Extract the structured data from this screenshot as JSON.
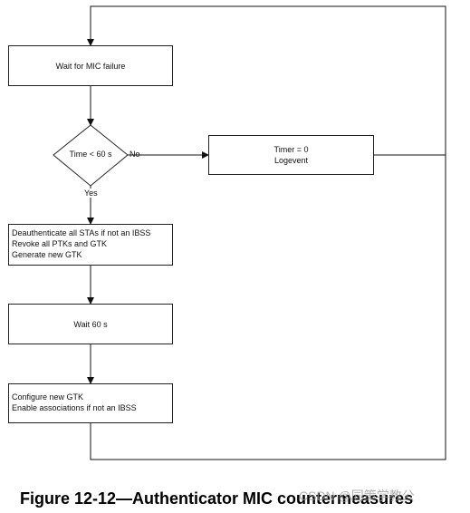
{
  "nodes": {
    "wait_mic": "Wait for MIC failure",
    "decision": "Time < 60 s",
    "timer_box": [
      "Timer = 0",
      "Logevent"
    ],
    "deauth_box": [
      "Deauthenticate all STAs if not an IBSS",
      "Revoke all PTKs and GTK",
      "Generate new GTK"
    ],
    "wait60": "Wait 60 s",
    "config_box": [
      "Configure new GTK",
      "Enable associations if not an IBSS"
    ]
  },
  "edge_labels": {
    "no": "No",
    "yes": "Yes"
  },
  "caption": "Figure 12-12—Authenticator MIC countermeasures",
  "watermark": "CSDN @同策学教公",
  "colors": {
    "line": "#111111",
    "box_border": "#222222"
  }
}
